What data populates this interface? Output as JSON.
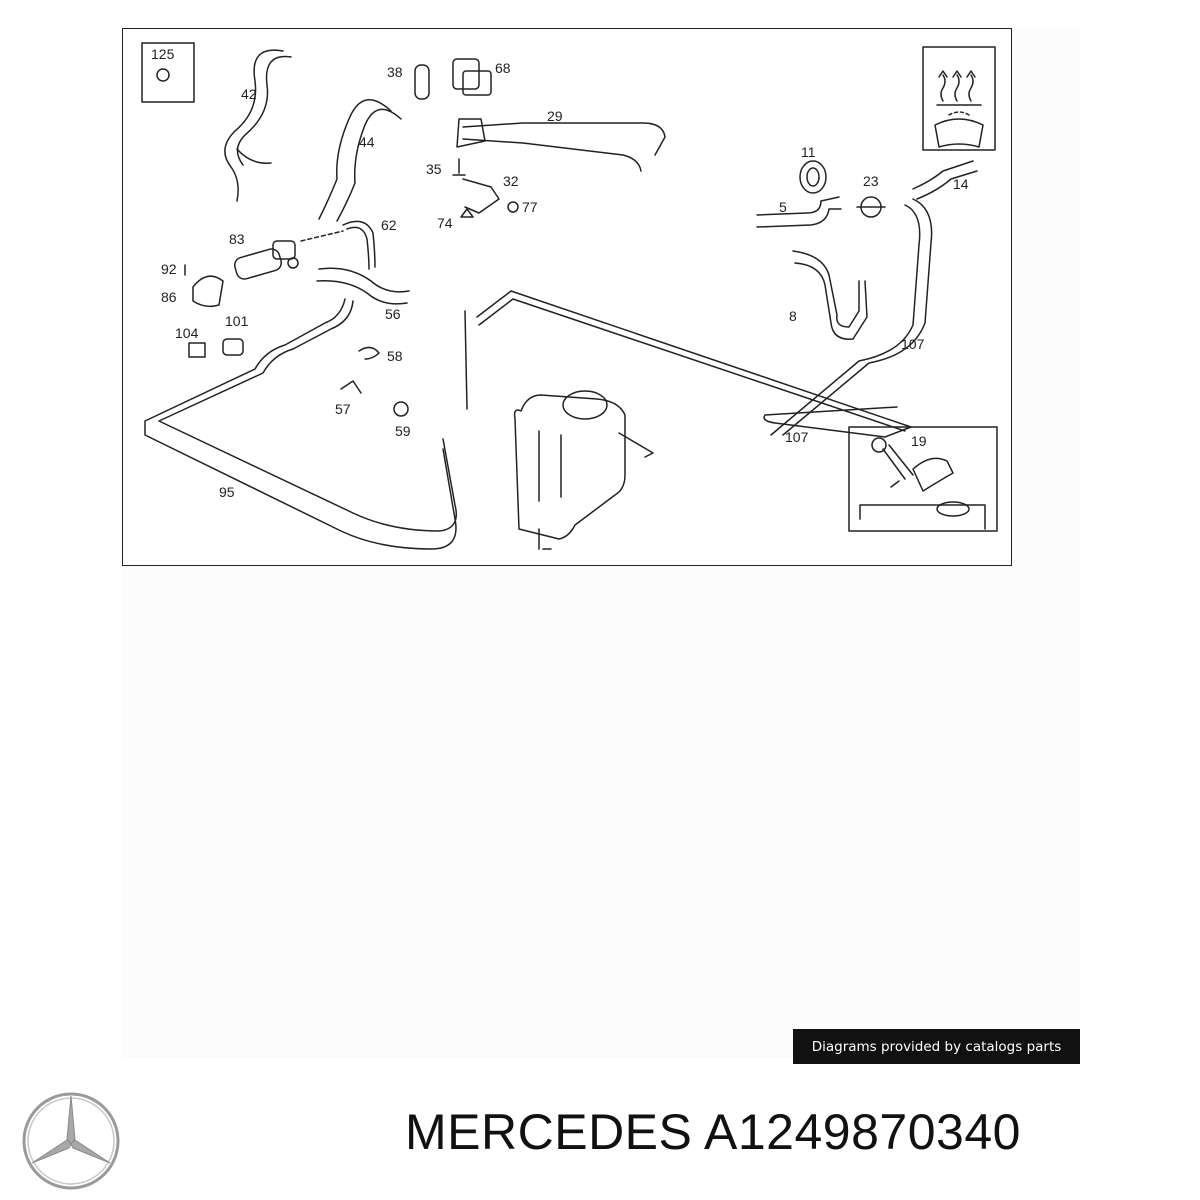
{
  "diagram": {
    "callouts": [
      {
        "id": "125",
        "label": "125"
      },
      {
        "id": "42",
        "label": "42"
      },
      {
        "id": "38",
        "label": "38"
      },
      {
        "id": "68",
        "label": "68"
      },
      {
        "id": "44",
        "label": "44"
      },
      {
        "id": "29",
        "label": "29"
      },
      {
        "id": "35",
        "label": "35"
      },
      {
        "id": "32",
        "label": "32"
      },
      {
        "id": "74",
        "label": "74"
      },
      {
        "id": "77",
        "label": "77"
      },
      {
        "id": "62",
        "label": "62"
      },
      {
        "id": "83",
        "label": "83"
      },
      {
        "id": "92",
        "label": "92"
      },
      {
        "id": "86",
        "label": "86"
      },
      {
        "id": "56",
        "label": "56"
      },
      {
        "id": "104",
        "label": "104"
      },
      {
        "id": "101",
        "label": "101"
      },
      {
        "id": "58",
        "label": "58"
      },
      {
        "id": "57",
        "label": "57"
      },
      {
        "id": "59",
        "label": "59"
      },
      {
        "id": "95",
        "label": "95"
      },
      {
        "id": "11",
        "label": "11"
      },
      {
        "id": "23",
        "label": "23"
      },
      {
        "id": "14",
        "label": "14"
      },
      {
        "id": "5",
        "label": "5"
      },
      {
        "id": "8",
        "label": "8"
      },
      {
        "id": "107a",
        "label": "107"
      },
      {
        "id": "107b",
        "label": "107"
      },
      {
        "id": "19",
        "label": "19"
      }
    ]
  },
  "credit": "Diagrams provided by catalogs parts",
  "brand": "MERCEDES",
  "part_number": "A1249870340",
  "icons": {
    "logo": "mercedes-star-logo",
    "heater": "heater-defrost-icon"
  }
}
